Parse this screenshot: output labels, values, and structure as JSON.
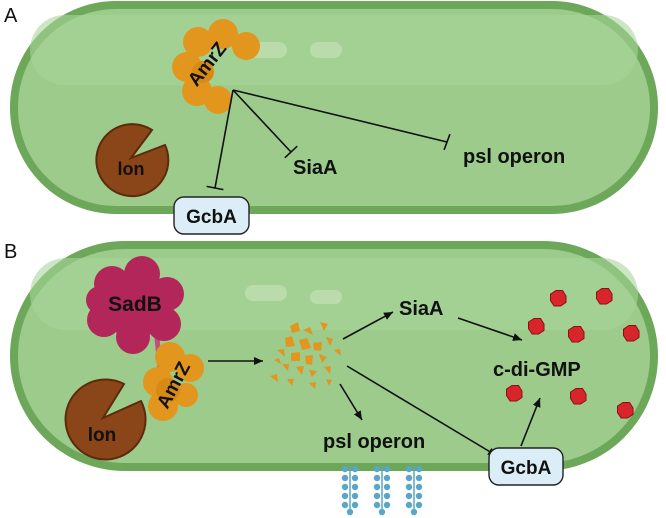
{
  "panel_a": {
    "letter": "A",
    "proteins": {
      "amrz": "AmrZ",
      "lon": "lon",
      "gcba": "GcbA"
    },
    "targets": {
      "siaa": "SiaA",
      "psl": "psl operon"
    }
  },
  "panel_b": {
    "letter": "B",
    "proteins": {
      "sadb": "SadB",
      "amrz": "AmrZ",
      "lon": "lon",
      "gcba": "GcbA"
    },
    "targets": {
      "siaa": "SiaA",
      "psl": "psl operon",
      "cdigmp": "c-di-GMP"
    }
  },
  "colors": {
    "cell_fill": "#9ccb8c",
    "cell_border": "#6da85a",
    "amrz": "#e2961e",
    "lon": "#8a4519",
    "sadb": "#b2265a",
    "gcba_box": "#dbeef8",
    "cdigmp": "#d8252b",
    "polysaccharide": "#5aa6c8"
  }
}
